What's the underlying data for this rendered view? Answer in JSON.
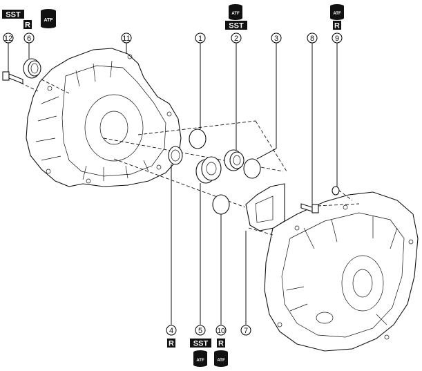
{
  "badges": {
    "sst": "SST",
    "r": "R",
    "atf": "ATF"
  },
  "callouts": [
    {
      "id": "1",
      "label": "1"
    },
    {
      "id": "2",
      "label": "2"
    },
    {
      "id": "3",
      "label": "3"
    },
    {
      "id": "4",
      "label": "4"
    },
    {
      "id": "5",
      "label": "5"
    },
    {
      "id": "6",
      "label": "6"
    },
    {
      "id": "7",
      "label": "7"
    },
    {
      "id": "8",
      "label": "8"
    },
    {
      "id": "9",
      "label": "9"
    },
    {
      "id": "10",
      "label": "10"
    },
    {
      "id": "11",
      "label": "11"
    },
    {
      "id": "12",
      "label": "12"
    }
  ]
}
